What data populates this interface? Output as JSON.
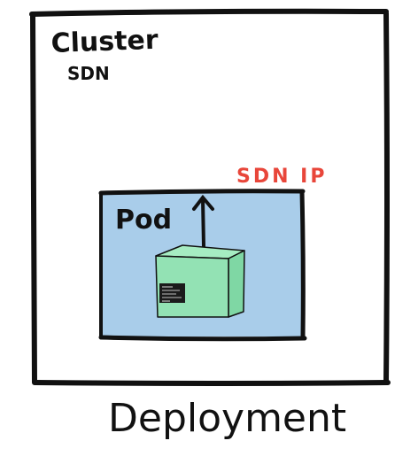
{
  "cluster": {
    "title": "Cluster",
    "subtitle": "SDN"
  },
  "pod": {
    "label": "Pod",
    "fill_color": "#a9cdea"
  },
  "sdn_ip": {
    "label": "SDN IP",
    "color": "#e8463a"
  },
  "container": {
    "front_color": "#93e2b4",
    "side_color": "#7fd7a4",
    "top_color": "#a6ecc2",
    "terminal_icon": "terminal-icon"
  },
  "footer": {
    "label": "Deployment"
  },
  "stroke_color": "#111111"
}
